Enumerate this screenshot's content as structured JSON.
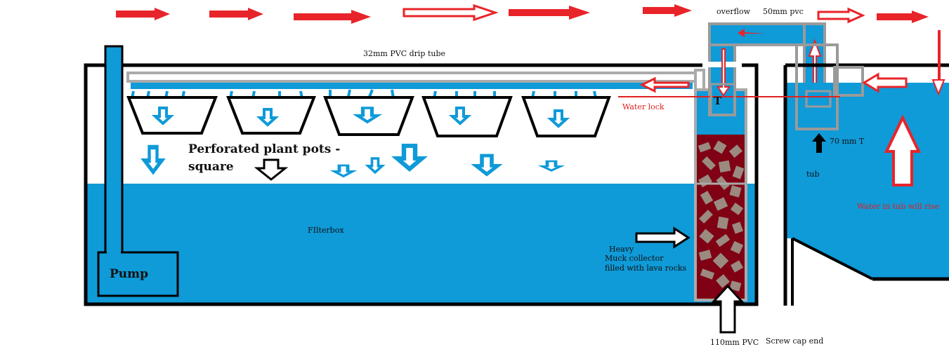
{
  "labels": {
    "drip_tube": "32mm PVC drip tube",
    "overflow": "overflow",
    "pvc_50": "50mm pvc",
    "water_lock": "Water lock",
    "t_fitting": "T",
    "tee_70": "70 mm T",
    "tub": "tub",
    "water_rise": "Water in tub will rise",
    "plant_pots_line1": "Perforated plant pots -",
    "plant_pots_line2": "square",
    "filterbox": "FIlterbox",
    "pump": "Pump",
    "muck_line1": "Heavy",
    "muck_line2": "Muck collector",
    "muck_line3": "filled with lava rocks",
    "pvc_110": "110mm PVC",
    "screw_cap": "Screw cap end"
  },
  "colors": {
    "water": "#0f9ad8",
    "outline": "#000000",
    "pipe_grey": "#9a9a9a",
    "flow_arrow": "#e8242a",
    "muck": "#800014",
    "lava_rock": "#9a8a80",
    "label_red": "#e02020"
  }
}
